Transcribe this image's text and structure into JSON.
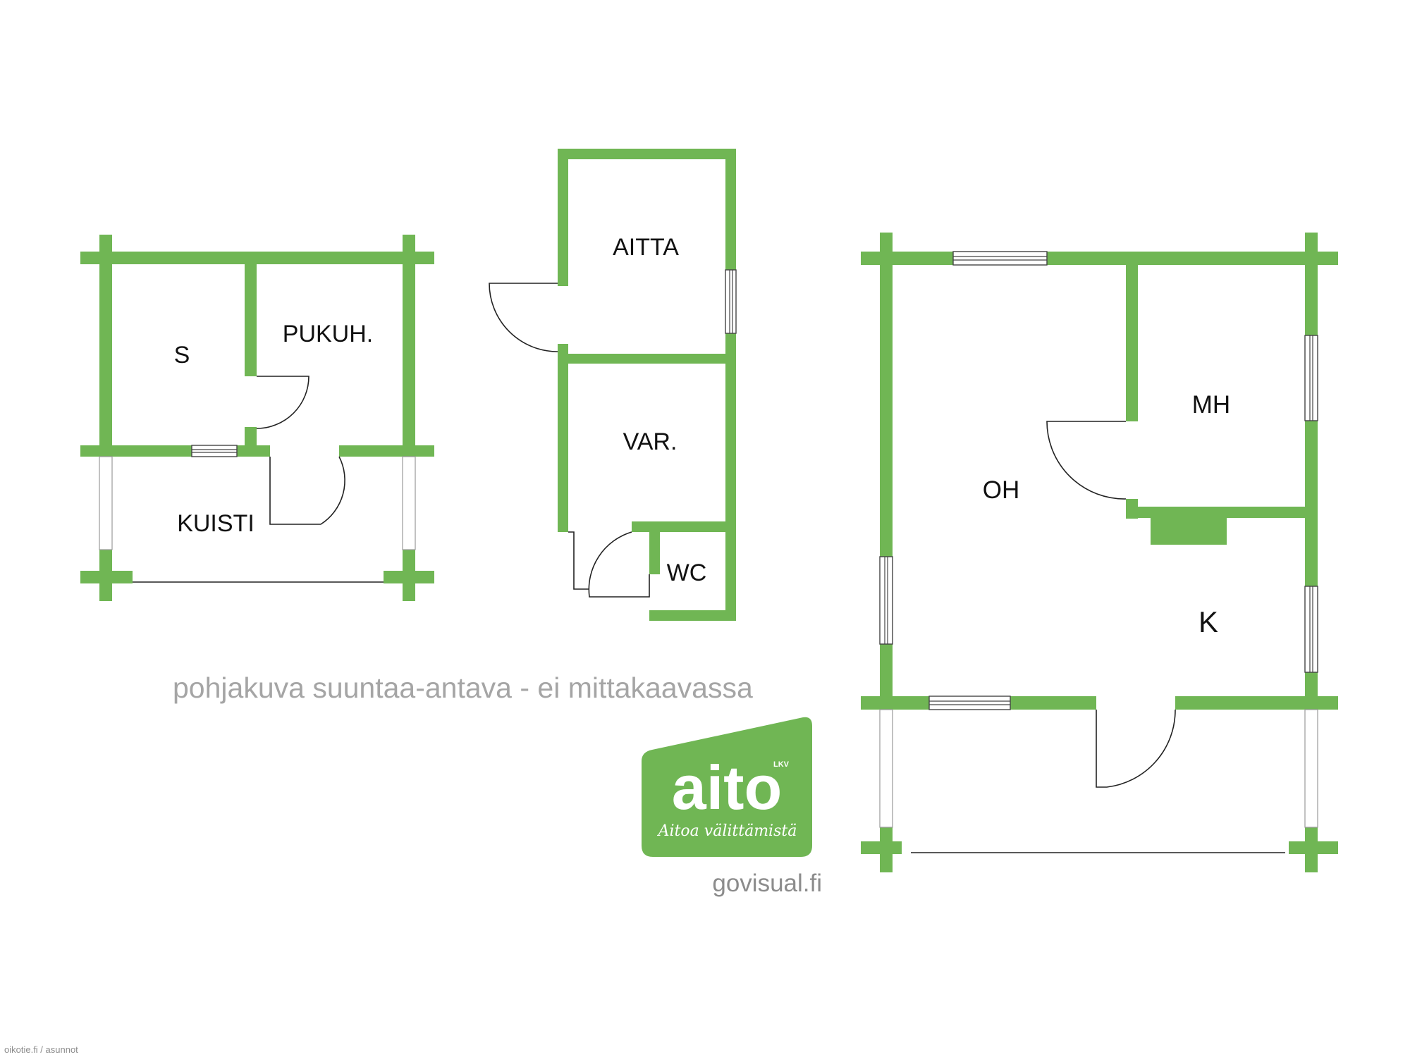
{
  "colors": {
    "wall": "#70b654",
    "logo_bg": "#70b654",
    "note_text": "#a5a5a5",
    "label_text": "#111111",
    "footer_text": "#8c8c8c"
  },
  "rooms": {
    "s": "S",
    "pukuh": "PUKUH.",
    "kuisti": "KUISTI",
    "aitta": "AITTA",
    "var": "VAR.",
    "wc": "WC",
    "oh": "OH",
    "mh": "MH",
    "k": "K"
  },
  "note": "pohjakuva suuntaa-antava - ei mittakaavassa",
  "logo": {
    "name": "aito",
    "badge": "LKV",
    "slogan": "Aitoa välittämistä"
  },
  "credit": "govisual.fi",
  "source": "oikotie.fi / asunnot"
}
